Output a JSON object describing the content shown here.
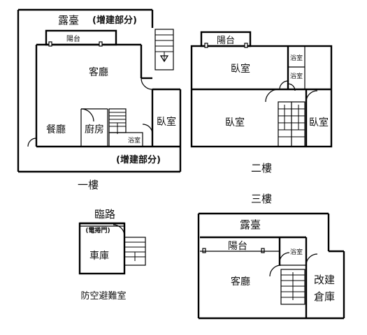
{
  "floor1": {
    "title": "一樓",
    "terrace": "露臺",
    "addition_top": "(增建部分)",
    "balcony": "陽台",
    "living_room": "客廳",
    "dining_room": "餐廳",
    "kitchen": "廚房",
    "bathroom": "浴室",
    "bedroom": "臥室",
    "addition_bottom": "(增建部分)"
  },
  "floor2": {
    "title": "二樓",
    "balcony": "陽台",
    "bedroom_top": "臥室",
    "bathroom_a": "浴室",
    "bathroom_b": "浴室",
    "bedroom_bottom": "臥室",
    "bedroom_right": "臥室"
  },
  "basement": {
    "road": "臨路",
    "shutter": "(電捲門)",
    "garage": "車庫",
    "caption": "防空避難室"
  },
  "floor3": {
    "title": "三樓",
    "terrace": "露臺",
    "balcony": "陽台",
    "bathroom": "浴室",
    "living_room": "客廳",
    "storage_line1": "改建",
    "storage_line2": "倉庫"
  }
}
